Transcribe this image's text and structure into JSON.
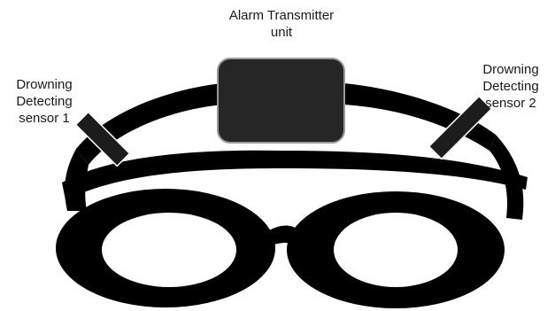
{
  "diagram": {
    "labels": {
      "transmitter": [
        "Alarm Transmitter",
        "unit"
      ],
      "sensor1": [
        "Drowning",
        "Detecting",
        "sensor 1"
      ],
      "sensor2": [
        "Drowning",
        "Detecting",
        "sensor 2"
      ]
    },
    "components": {
      "goggles": "swimming-goggles",
      "strap": "head-strap",
      "transmitter_box": "alarm-transmitter-unit",
      "sensor_1": "drowning-detecting-sensor-1",
      "sensor_2": "drowning-detecting-sensor-2"
    },
    "colors": {
      "strap": "#000000",
      "transmitter_fill": "#262626",
      "transmitter_stroke": "#9a9a9a",
      "sensor_fill": "#1c1c1c",
      "lens_fill": "#ffffff"
    }
  }
}
